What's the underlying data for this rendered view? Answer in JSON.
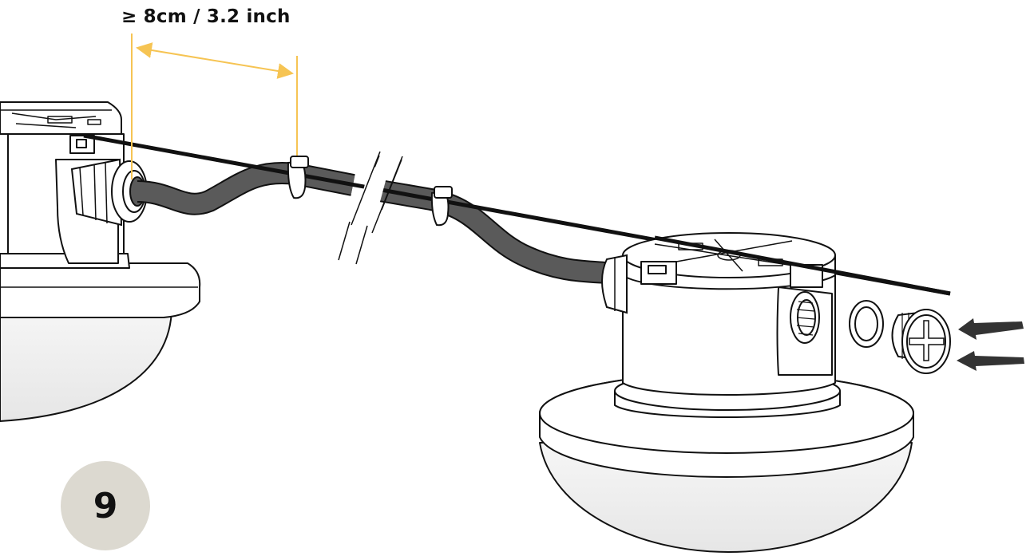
{
  "measurement": {
    "label": "≥ 8cm / 3.2 inch"
  },
  "step": {
    "number": "9"
  },
  "colors": {
    "dimension_line": "#f6c453",
    "cable": "#5a5a5a",
    "wire": "#111111",
    "dome": "#f2f2f2",
    "outline": "#111111",
    "badge": "#dcd9d0",
    "arrow": "#333333"
  },
  "icons": [
    "dimension-arrow",
    "cable-tie",
    "break-symbol",
    "insert-arrow",
    "sealing-ring",
    "blanking-plug"
  ]
}
